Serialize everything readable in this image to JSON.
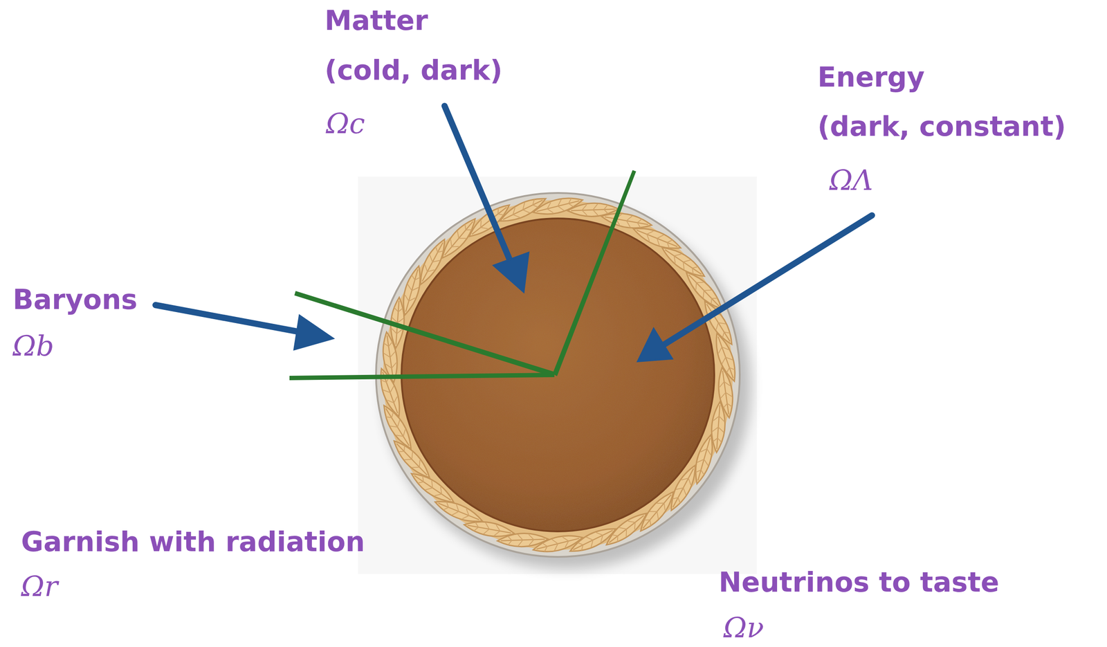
{
  "diagram": {
    "labels": [
      "Matter",
      "(cold, dark)",
      "Ωc",
      "Energy",
      "(dark, constant)",
      "ΩΛ",
      "Baryons",
      "Ωb",
      "Garnish with radiation",
      "Ωr",
      "Neutrinos to taste",
      "Ων"
    ]
  }
}
